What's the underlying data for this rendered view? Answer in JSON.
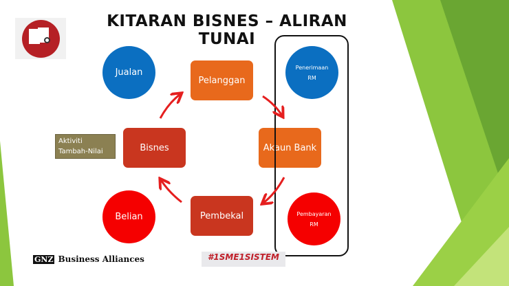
{
  "title": "KITARAN BISNES – ALIRAN TUNAI",
  "nodes": {
    "jualan": "Jualan",
    "pelanggan": "Pelanggan",
    "penerimaan": [
      "Penerimaan",
      "RM"
    ],
    "bisnes": "Bisnes",
    "akaun_bank": "Akaun Bank",
    "pembekal": "Pembekal",
    "belian": "Belian",
    "pembayaran": [
      "Pembayaran",
      "RM"
    ]
  },
  "label_aktiviti": [
    "Aktiviti",
    "Tambah-Nilai"
  ],
  "footer": {
    "gnz_logo": "GNZ",
    "company": "Business Alliances",
    "campaign": "#1SME1SISTEM"
  },
  "colors": {
    "blue": "#0b6fc1",
    "orange": "#e8691c",
    "dark_red": "#c9361f",
    "red": "#f50000",
    "olive": "#8b8052",
    "green": "#8cc63e"
  }
}
